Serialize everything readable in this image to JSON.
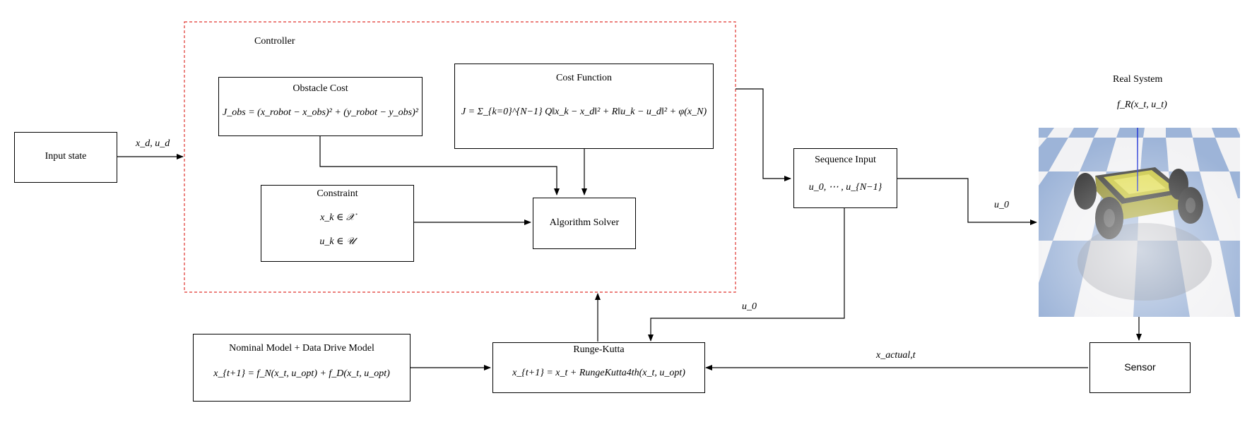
{
  "controller": {
    "label": "Controller"
  },
  "input_state": {
    "label": "Input state",
    "output_label": "x_d, u_d"
  },
  "obstacle_cost": {
    "title": "Obstacle Cost",
    "formula": "J_obs = (x_robot − x_obs)² + (y_robot − y_obs)²"
  },
  "cost_function": {
    "title": "Cost Function",
    "formula": "J = Σ_{k=0}^{N−1} Q‖x_k − x_d‖² + R‖u_k − u_d‖² + φ(x_N)"
  },
  "constraint": {
    "title": "Constraint",
    "line1": "x_k ∈ 𝒳",
    "line2": "u_k ∈ 𝒰"
  },
  "algorithm_solver": {
    "label": "Algorithm Solver"
  },
  "sequence_input": {
    "title": "Sequence Input",
    "formula": "u_0, ⋯ , u_{N−1}"
  },
  "real_system": {
    "title": "Real System",
    "formula": "f_R(x_t, u_t)"
  },
  "arrow_labels": {
    "u0_right": "u_0",
    "u0_lower": "u_0",
    "x_actual": "x_actual,t"
  },
  "sensor": {
    "label": "Sensor"
  },
  "runge_kutta": {
    "title": "Runge-Kutta",
    "formula": "x_{t+1} = x_t + RungeKutta4th(x_t, u_opt)"
  },
  "nominal_model": {
    "title": "Nominal Model + Data Drive Model",
    "formula": "x_{t+1} = f_N(x_t, u_opt) + f_D(x_t, u_opt)"
  },
  "colors": {
    "controller_border": "#e0352f",
    "floor_blue": "#9db4d8",
    "floor_light": "#f2f2f4",
    "robot_yellow": "#c8c43a"
  }
}
